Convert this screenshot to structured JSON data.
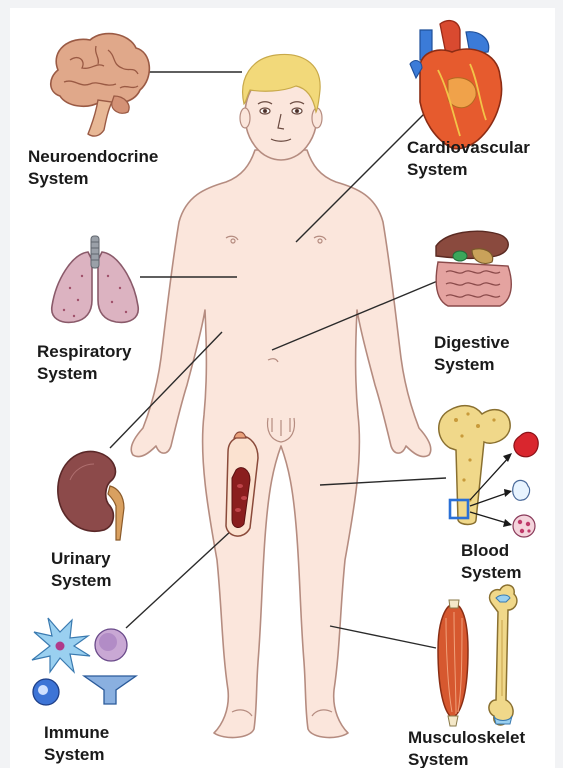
{
  "labels": {
    "neuroendocrine": {
      "line1": "Neuroendocrine",
      "line2": "System"
    },
    "cardiovascular": {
      "line1": "Cardiovascular",
      "line2": "System"
    },
    "respiratory": {
      "line1": "Respiratory",
      "line2": "System"
    },
    "digestive": {
      "line1": "Digestive",
      "line2": "System"
    },
    "urinary": {
      "line1": "Urinary",
      "line2": "System"
    },
    "blood": {
      "line1": "Blood",
      "line2": "System"
    },
    "immune": {
      "line1": "Immune",
      "line2": "System"
    },
    "musculoskeletal": {
      "line1": "Musculoskelet",
      "line2": "System"
    }
  },
  "icons": [
    "brain-icon",
    "heart-icon",
    "lungs-icon",
    "digestive-organs-icon",
    "kidney-icon",
    "bone-marrow-icon",
    "blood-cells-icon",
    "immune-cells-icon",
    "muscle-icon",
    "femur-bone-icon",
    "blood-vessel-icon"
  ],
  "colors": {
    "skin": "#fbe6dc",
    "skin_outline": "#b58c80",
    "hair": "#f2d97a",
    "brain": "#e0a88a",
    "heart": "#e65b2e",
    "lungs": "#dcb3c1",
    "kidney": "#8c4a4a",
    "bone": "#f0d88a",
    "muscle": "#d6582f",
    "blood_cell": "#d9262e",
    "immune": "#3d74d6",
    "highlight_box": "#2a6fd6",
    "connector_line": "#2a2a2a"
  }
}
